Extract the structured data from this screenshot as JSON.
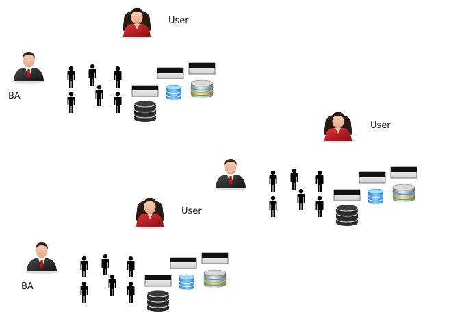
{
  "labels": {
    "user_1": "User",
    "ba_1": "BA",
    "user_2": "User",
    "user_3": "User",
    "ba_3": "BA"
  },
  "colors": {
    "suit": "#2b2b2b",
    "female_top": "#b3161c",
    "person_silhouette": "#000000",
    "db_black": "#2a2a2a",
    "db_blue": "#4aa3e8",
    "server_gray": "#9a9a9a"
  },
  "icons": {
    "female_user": "female-user-avatar",
    "male_ba": "male-business-analyst-avatar",
    "person": "person-silhouette",
    "db_dark": "dark-database-stack",
    "db_blue": "blue-database",
    "server": "server-disk-stack",
    "table_bar": "table-header-bar"
  },
  "groups": [
    {
      "id": "group-1",
      "user_label": "user_1",
      "ba_label": "ba_1"
    },
    {
      "id": "group-2",
      "user_label": "user_2",
      "ba_label": null
    },
    {
      "id": "group-3",
      "user_label": "user_3",
      "ba_label": "ba_3"
    }
  ]
}
